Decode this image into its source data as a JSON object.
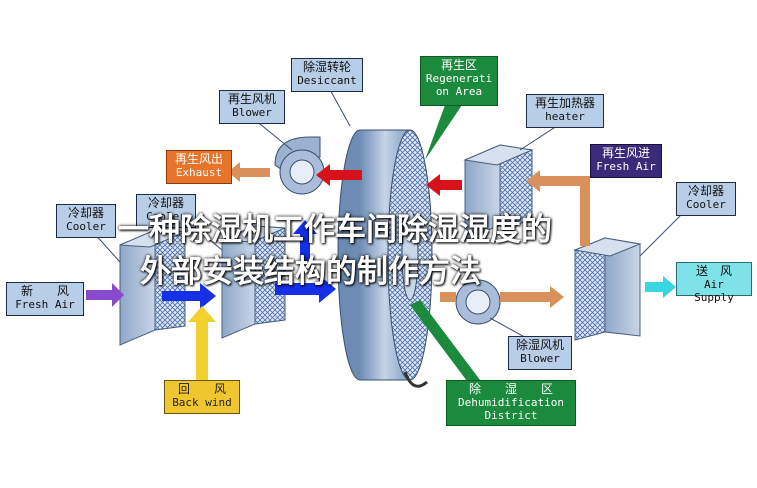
{
  "labels": {
    "desiccant": {
      "zh": "除湿转轮",
      "en": "Desiccant"
    },
    "regen_area": {
      "zh": "再生区",
      "en1": "Regenerati",
      "en2": "on Area"
    },
    "regen_blower": {
      "zh": "再生风机",
      "en": "Blower"
    },
    "regen_heater": {
      "zh": "再生加热器",
      "en": "heater"
    },
    "regen_exhaust": {
      "zh": "再生风出",
      "en": "Exhaust"
    },
    "regen_fresh_air": {
      "zh": "再生风进",
      "en": "Fresh Air"
    },
    "cooler_left": {
      "zh": "冷却器",
      "en": "Cooler"
    },
    "cooler_mid": {
      "zh": "冷却器",
      "en": "Cooler"
    },
    "cooler_right": {
      "zh": "冷却器",
      "en": "Cooler"
    },
    "fresh_air": {
      "zh": "新　　风",
      "en": "Fresh Air"
    },
    "air_supply": {
      "zh": "送　风",
      "en": "Air Supply"
    },
    "back_wind": {
      "zh": "回　　风",
      "en": "Back wind"
    },
    "dehum_blower": {
      "zh": "除湿风机",
      "en": "Blower"
    },
    "dehum_district": {
      "zh": "除　　湿　　区",
      "en1": "Dehumidification",
      "en2": "District"
    }
  },
  "overlay": {
    "line1": "一种除湿机工作车间除湿湿度的",
    "line2": "外部安装结构的制作方法"
  },
  "colors": {
    "label_bg": "#b8cde8",
    "wheel": "#8fa9c8",
    "arrow_blue": "#1530e6",
    "arrow_red": "#d8121a",
    "arrow_tan": "#d9905a",
    "arrow_yellow": "#f2d030",
    "arrow_cyan": "#3ad6e0",
    "green": "#1b8a3c"
  }
}
